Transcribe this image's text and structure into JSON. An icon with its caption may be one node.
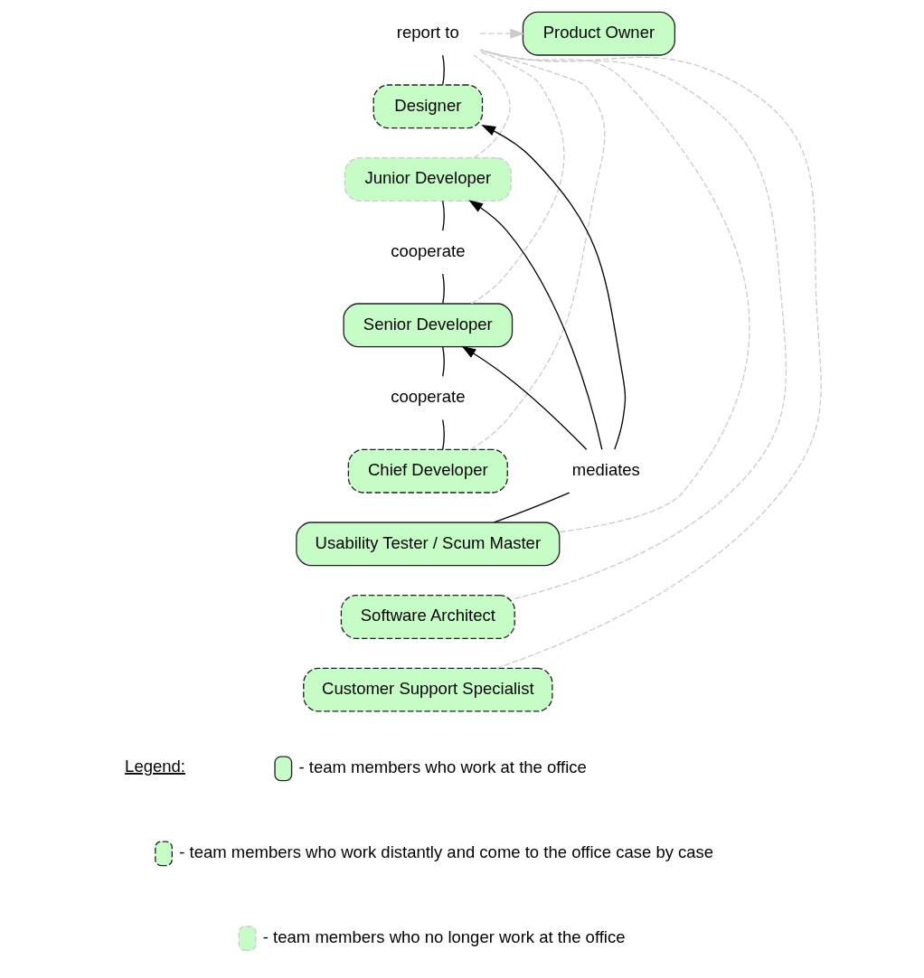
{
  "diagram": {
    "nodes": [
      {
        "text": [
          "report to"
        ]
      },
      {
        "text": [
          "Product Owner"
        ]
      },
      {
        "text": [
          "Designer"
        ]
      },
      {
        "text": [
          "Junior Developer"
        ]
      },
      {
        "text": [
          "cooperate"
        ]
      },
      {
        "text": [
          "Senior Developer"
        ]
      },
      {
        "text": [
          "cooperate"
        ]
      },
      {
        "text": [
          "Chief Developer"
        ]
      },
      {
        "text": [
          "mediates"
        ]
      },
      {
        "text": [
          "Usability Tester / Scum Master"
        ]
      },
      {
        "text": [
          "Software Architect"
        ]
      },
      {
        "text": [
          "Customer Support Specialist"
        ]
      }
    ],
    "edges": [
      {
        "from": 0,
        "to": 1,
        "arrow": "to",
        "style": "dashed",
        "color": "#cccccc"
      },
      {
        "from": 2,
        "to": 0,
        "arrow": "none"
      },
      {
        "from": 3,
        "to": 0,
        "arrow": "none",
        "style": "dashed",
        "color": "#cccccc"
      },
      {
        "from": 5,
        "to": 0,
        "arrow": "none",
        "style": "dashed",
        "color": "#cccccc"
      },
      {
        "from": 7,
        "to": 0,
        "arrow": "none",
        "style": "dashed",
        "color": "#cccccc"
      },
      {
        "from": 9,
        "to": 0,
        "arrow": "none",
        "style": "dashed",
        "color": "#cccccc"
      },
      {
        "from": 10,
        "to": 0,
        "arrow": "none",
        "style": "dashed",
        "color": "#cccccc"
      },
      {
        "from": 11,
        "to": 0,
        "arrow": "none",
        "style": "dashed",
        "color": "#cccccc"
      },
      {
        "from": 3,
        "to": 4,
        "arrow": "none"
      },
      {
        "from": 4,
        "to": 5,
        "arrow": "none"
      },
      {
        "from": 5,
        "to": 6,
        "arrow": "none"
      },
      {
        "from": 6,
        "to": 7,
        "arrow": "none"
      },
      {
        "from": 9,
        "to": 8,
        "arrow": "none"
      },
      {
        "from": 8,
        "to": 2,
        "arrow": "to"
      },
      {
        "from": 8,
        "to": 3,
        "arrow": "to"
      },
      {
        "from": 8,
        "to": 5,
        "arrow": "to"
      }
    ],
    "labels": [
      "Legend:"
    ],
    "legend": [
      {
        "text": "- team members who work at the office"
      },
      {
        "text": "- team members who work distantly and come to the office case by case"
      },
      {
        "text": "- team members who no longer work at the office"
      }
    ]
  }
}
